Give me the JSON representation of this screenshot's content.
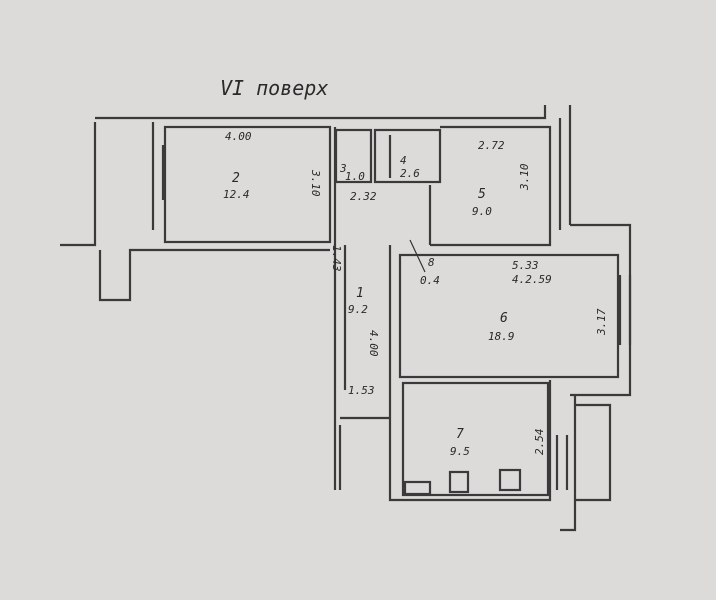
{
  "title": "VI поверх",
  "rooms": [
    {
      "num": "1",
      "area": "9.2"
    },
    {
      "num": "2",
      "area": "12.4"
    },
    {
      "num": "3",
      "area": "1.0"
    },
    {
      "num": "4",
      "area": "2.6"
    },
    {
      "num": "5",
      "area": "9.0"
    },
    {
      "num": "6",
      "area": "18.9"
    },
    {
      "num": "7",
      "area": "9.5"
    },
    {
      "num": "8",
      "area": "0.4"
    }
  ],
  "dimensions": {
    "room2_width": "4.00",
    "room2_depth": "3.10",
    "corridor_width": "2.32",
    "room5_width": "2.72",
    "room5_depth": "3.10",
    "room6_width": "5.33",
    "room6_width2": "4.2.59",
    "room6_depth": "3.17",
    "hall_length": "4.00",
    "hall_side": "1.43",
    "hall_width": "1.53",
    "room7_depth": "2.54"
  }
}
